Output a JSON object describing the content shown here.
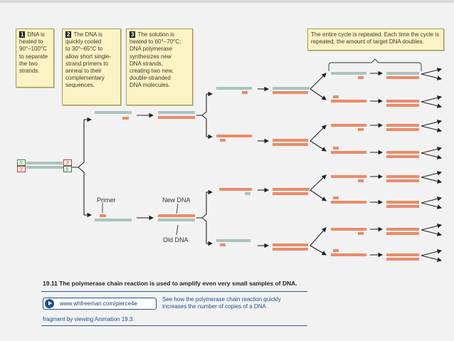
{
  "steps": [
    {
      "num": "1",
      "text": "DNA is\nheated to\n90°–100°C\nto separate\nthe two\nstrands."
    },
    {
      "num": "2",
      "text": "The DNA is\nquickly cooled\nto 30°–65°C to\nallow short single-\nstrand primers to\nanneal to their\ncomplementary\nsequences."
    },
    {
      "num": "3",
      "text": "The solution is\nheated to 60°–70°C;\nDNA polymerase\nsynthesizes new\nDNA strands,\ncreating two new,\ndouble-stranded\nDNA molecules."
    }
  ],
  "cycle_note": "The entire cycle is repeated. Each time the cycle is repeated, the amount of target DNA doubles.",
  "labels": {
    "primer": "Primer",
    "new_dna": "New DNA",
    "old_dna": "Old DNA"
  },
  "strand_ends": {
    "five": "5'",
    "three": "3'"
  },
  "colors": {
    "old_strand": "#a9c3bd",
    "new_strand": "#ec8a69",
    "arrow": "#222222",
    "note_bg": "#fbf3c3",
    "link_blue": "#1f4f8a"
  },
  "caption": "19.11 The polymerase chain reaction is used to amplify even very small samples of DNA.",
  "link": {
    "url": "www.whfreeman.com/pierce4e",
    "side_text": "See how the polymerase chain reaction quickly increases the number of copies of a DNA",
    "footer": "fragment by viewing Animation 19.3."
  }
}
